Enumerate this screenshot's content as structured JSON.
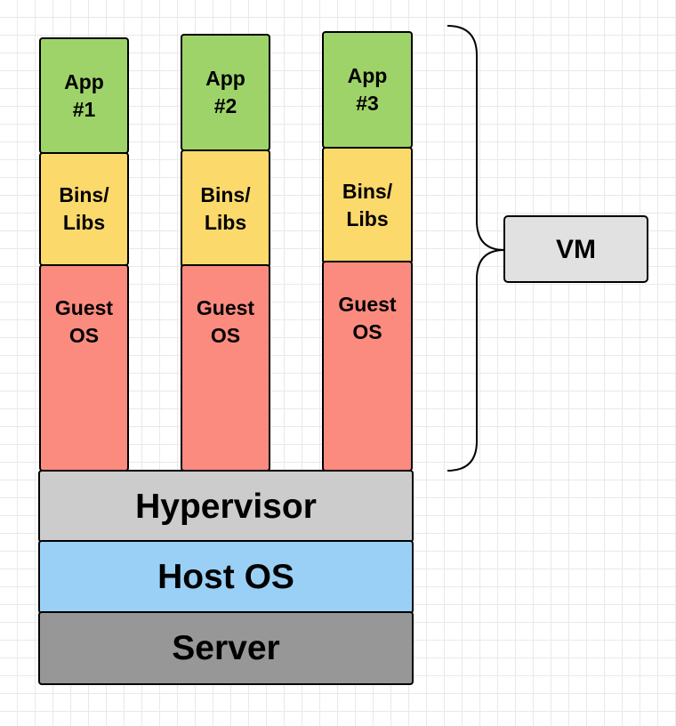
{
  "columns": [
    {
      "app": "App\n#1",
      "bins": "Bins/\nLibs",
      "guest": "Guest\nOS"
    },
    {
      "app": "App\n#2",
      "bins": "Bins/\nLibs",
      "guest": "Guest\nOS"
    },
    {
      "app": "App\n#3",
      "bins": "Bins/\nLibs",
      "guest": "Guest\nOS"
    }
  ],
  "layers": {
    "hypervisor": "Hypervisor",
    "host_os": "Host OS",
    "server": "Server"
  },
  "vm_label": "VM",
  "colors": {
    "app": "#9ed36a",
    "bins": "#fcd96b",
    "guest_os": "#fb8b7f",
    "hypervisor": "#cccccc",
    "host_os": "#9ad0f5",
    "server": "#979797",
    "vm": "#e1e1e1"
  }
}
